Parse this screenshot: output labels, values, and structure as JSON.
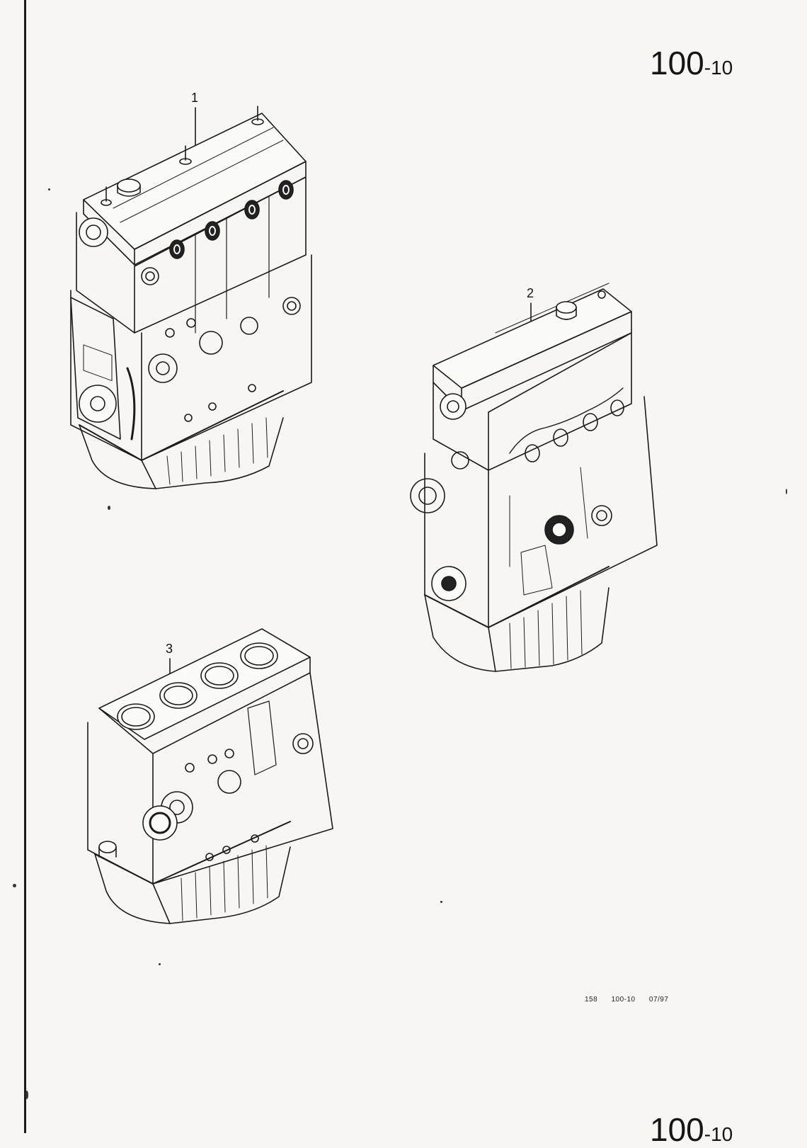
{
  "page_number": {
    "main": "100",
    "sub": "-10"
  },
  "footer": {
    "page": "158",
    "section": "100-10",
    "date": "07/97"
  },
  "callouts": [
    {
      "label": "1",
      "item": "engine-assembly-with-head"
    },
    {
      "label": "2",
      "item": "engine-assembly-rear-view"
    },
    {
      "label": "3",
      "item": "short-block"
    }
  ]
}
